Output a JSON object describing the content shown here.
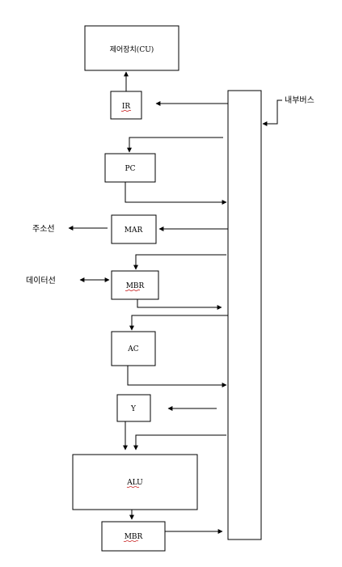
{
  "blocks": {
    "control_unit": "제어장치(CU)",
    "ir": "IR",
    "pc": "PC",
    "mar": "MAR",
    "mbr_top": "MBR",
    "ac": "AC",
    "y": "Y",
    "alu": "ALU",
    "mbr_bottom": "MBR"
  },
  "bus_label": "내부버스",
  "address_line_label": "주소선",
  "data_line_label": "데이터선"
}
